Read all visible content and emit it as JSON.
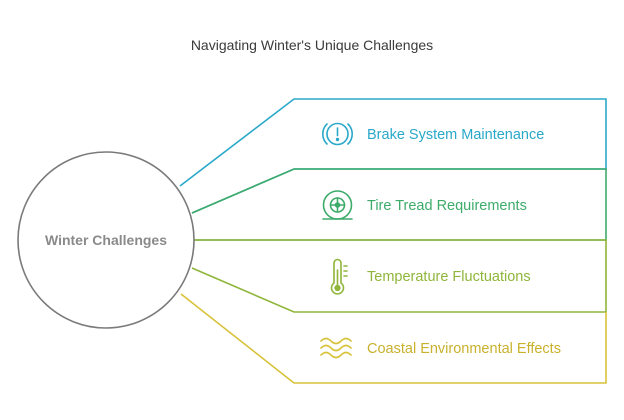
{
  "title": "Navigating Winter's Unique Challenges",
  "center": {
    "label": "Winter Challenges"
  },
  "items": [
    {
      "label": "Brake System Maintenance",
      "icon": "warning-circle-icon",
      "color": "#2aa8c9"
    },
    {
      "label": "Tire Tread Requirements",
      "icon": "tire-icon",
      "color": "#3dab6a"
    },
    {
      "label": "Temperature Fluctuations",
      "icon": "thermometer-icon",
      "color": "#8fb63a"
    },
    {
      "label": "Coastal Environmental Effects",
      "icon": "waves-icon",
      "color": "#d8c23a"
    }
  ]
}
